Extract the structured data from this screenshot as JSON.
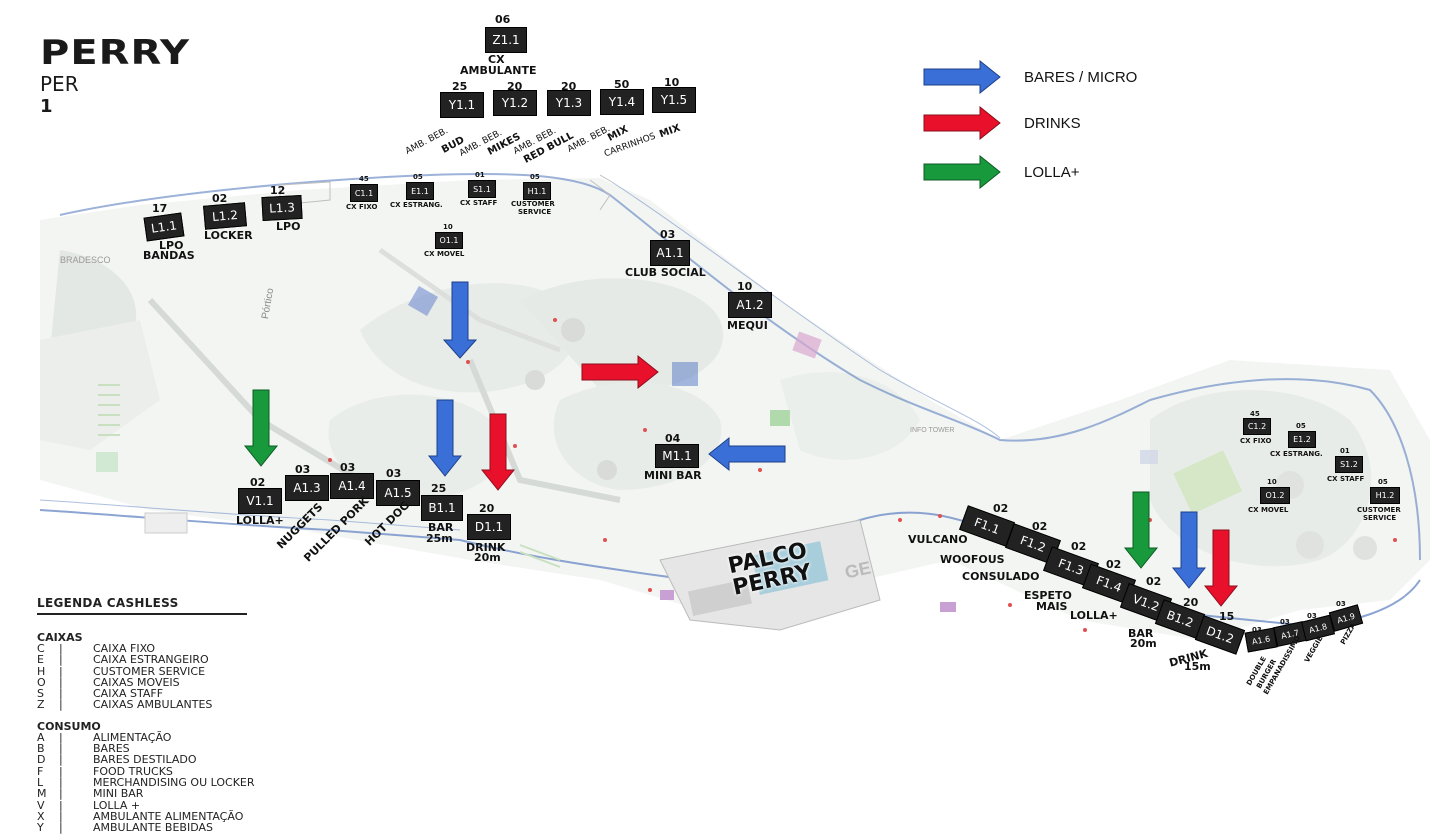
{
  "title": {
    "main": "PERRY",
    "sub": "PER",
    "num": "1"
  },
  "legend": [
    {
      "label": "BARES /  MICRO",
      "color": "#3a6fd8",
      "icon": "arrow-right"
    },
    {
      "label": "DRINKS",
      "color": "#e8102a",
      "icon": "arrow-right"
    },
    {
      "label": "LOLLA+",
      "color": "#189a3c",
      "icon": "arrow-right"
    }
  ],
  "cashless": {
    "title": "LEGENDA CASHLESS",
    "caixas_title": "CAIXAS",
    "caixas": [
      {
        "code": "C",
        "sep": "|",
        "desc": "CAIXA FIXO"
      },
      {
        "code": "E",
        "sep": "|",
        "desc": "CAIXA ESTRANGEIRO"
      },
      {
        "code": "H",
        "sep": "|",
        "desc": "CUSTOMER SERVICE"
      },
      {
        "code": "O",
        "sep": "|",
        "desc": "CAIXAS MOVEIS"
      },
      {
        "code": "S",
        "sep": "|",
        "desc": "CAIXA STAFF"
      },
      {
        "code": "Z",
        "sep": "|",
        "desc": "CAIXAS AMBULANTES"
      }
    ],
    "consumo_title": "CONSUMO",
    "consumo": [
      {
        "code": "A",
        "sep": "|",
        "desc": "ALIMENTAÇÃO"
      },
      {
        "code": "B",
        "sep": "|",
        "desc": "BARES"
      },
      {
        "code": "D",
        "sep": "|",
        "desc": "BARES DESTILADO"
      },
      {
        "code": "F",
        "sep": "|",
        "desc": "FOOD TRUCKS"
      },
      {
        "code": "L",
        "sep": "|",
        "desc": "MERCHANDISING OU LOCKER"
      },
      {
        "code": "M",
        "sep": "|",
        "desc": "MINI BAR"
      },
      {
        "code": "V",
        "sep": "|",
        "desc": "LOLLA +"
      },
      {
        "code": "X",
        "sep": "|",
        "desc": "AMBULANTE ALIMENTAÇÃO"
      },
      {
        "code": "Y",
        "sep": "|",
        "desc": "AMBULANTE BEBIDAS"
      }
    ]
  },
  "stage": {
    "line1": "PALCO",
    "line2": "PERRY"
  },
  "map_texts": {
    "portico": "Pórtico",
    "bradesco": "BRADESCO",
    "info_tower": "INFO TOWER",
    "ge": "GE"
  },
  "stands": {
    "z11": {
      "code": "Z1.1",
      "count": "06",
      "label1": "CX",
      "label2": "AMBULANTE"
    },
    "y11": {
      "code": "Y1.1",
      "count": "25",
      "label1": "AMB. BEB.",
      "label2": "BUD"
    },
    "y12": {
      "code": "Y1.2",
      "count": "20",
      "label1": "AMB. BEB.",
      "label2": "MIKES"
    },
    "y13": {
      "code": "Y1.3",
      "count": "20",
      "label1": "AMB. BEB.",
      "label2": "RED BULL"
    },
    "y14": {
      "code": "Y1.4",
      "count": "50",
      "label1": "AMB. BEB.",
      "label2": "MIX"
    },
    "y15": {
      "code": "Y1.5",
      "count": "10",
      "label1": "CARRINHOS",
      "label2": "MIX"
    },
    "l11": {
      "code": "L1.1",
      "count": "17",
      "label1": "LPO",
      "label2": "BANDAS"
    },
    "l12": {
      "code": "L1.2",
      "count": "02",
      "label1": "LOCKER"
    },
    "l13": {
      "code": "L1.3",
      "count": "12",
      "label1": "LPO"
    },
    "c11": {
      "code": "C1.1",
      "count": "45",
      "label1": "CX FIXO"
    },
    "e11": {
      "code": "E1.1",
      "count": "05",
      "label1": "CX ESTRANG."
    },
    "s11": {
      "code": "S1.1",
      "count": "01",
      "label1": "CX STAFF"
    },
    "h11": {
      "code": "H1.1",
      "count": "05",
      "label1": "CUSTOMER",
      "label2": "SERVICE"
    },
    "o11": {
      "code": "O1.1",
      "count": "10",
      "label1": "CX MOVEL"
    },
    "a11": {
      "code": "A1.1",
      "count": "03",
      "label1": "CLUB SOCIAL"
    },
    "a12": {
      "code": "A1.2",
      "count": "10",
      "label1": "MEQUI"
    },
    "m11": {
      "code": "M1.1",
      "count": "04",
      "label1": "MINI BAR"
    },
    "v11": {
      "code": "V1.1",
      "count": "02",
      "label1": "LOLLA+"
    },
    "a13": {
      "code": "A1.3",
      "count": "03",
      "label1": "NUGGETS"
    },
    "a14": {
      "code": "A1.4",
      "count": "03",
      "label1": "PULLED PORK"
    },
    "a15": {
      "code": "A1.5",
      "count": "03",
      "label1": "HOT DOG"
    },
    "b11": {
      "code": "B1.1",
      "count": "25",
      "label1": "BAR",
      "label2": "25m"
    },
    "d11": {
      "code": "D1.1",
      "count": "20",
      "label1": "DRINK",
      "label2": "20m"
    },
    "f11": {
      "code": "F1.1",
      "count": "02",
      "label1": "VULCANO"
    },
    "f12": {
      "code": "F1.2",
      "count": "02",
      "label1": "WOOFOUS"
    },
    "f13": {
      "code": "F1.3",
      "count": "02",
      "label1": "CONSULADO"
    },
    "f14": {
      "code": "F1.4",
      "count": "02",
      "label1": "ESPETO",
      "label2": "MAIS"
    },
    "v12": {
      "code": "V1.2",
      "count": "02",
      "label1": "LOLLA+"
    },
    "b12": {
      "code": "B1.2",
      "count": "20",
      "label1": "BAR",
      "label2": "20m"
    },
    "d12": {
      "code": "D1.2",
      "count": "15",
      "label1": "DRINK",
      "label2": "15m"
    },
    "a16": {
      "code": "A1.6",
      "count": "03",
      "label1": "DOUBLE",
      "label2": "BURGER"
    },
    "a17": {
      "code": "A1.7",
      "count": "03",
      "label1": "EMPANADISSIMO"
    },
    "a18": {
      "code": "A1.8",
      "count": "03",
      "label1": "VEGGIE"
    },
    "a19": {
      "code": "A1.9",
      "count": "03",
      "label1": "PIZZA"
    },
    "c12": {
      "code": "C1.2",
      "count": "45",
      "label1": "CX FIXO"
    },
    "e12": {
      "code": "E1.2",
      "count": "05",
      "label1": "CX ESTRANG."
    },
    "s12": {
      "code": "S1.2",
      "count": "01",
      "label1": "CX STAFF"
    },
    "o12": {
      "code": "O1.2",
      "count": "10",
      "label1": "CX MOVEL"
    },
    "h12": {
      "code": "H1.2",
      "count": "05",
      "label1": "CUSTOMER",
      "label2": "SERVICE"
    }
  },
  "map_arrows": [
    {
      "color": "#3a6fd8",
      "direction": "down",
      "target": "between areas"
    },
    {
      "color": "#e8102a",
      "direction": "right",
      "target": "center"
    },
    {
      "color": "#189a3c",
      "direction": "down",
      "target": "V1.1"
    },
    {
      "color": "#3a6fd8",
      "direction": "down",
      "target": "B1.1"
    },
    {
      "color": "#e8102a",
      "direction": "down",
      "target": "D1.1"
    },
    {
      "color": "#3a6fd8",
      "direction": "left",
      "target": "M1.1"
    },
    {
      "color": "#189a3c",
      "direction": "down",
      "target": "V1.2"
    },
    {
      "color": "#3a6fd8",
      "direction": "down",
      "target": "B1.2"
    },
    {
      "color": "#e8102a",
      "direction": "down",
      "target": "D1.2"
    }
  ]
}
